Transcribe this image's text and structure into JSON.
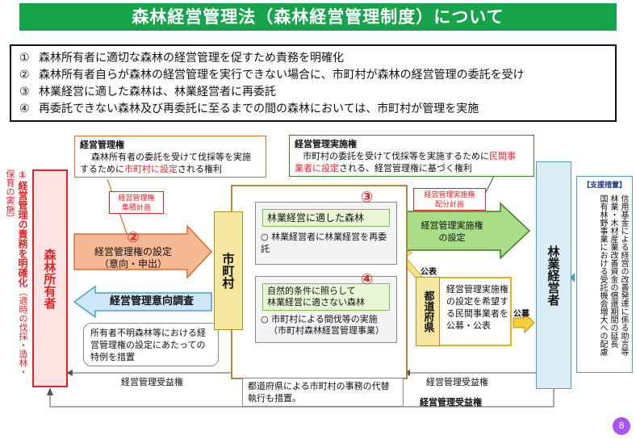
{
  "title": "森林経営管理法（森林経営管理制度）について",
  "principles": [
    {
      "num": "①",
      "text": "森林所有者に適切な森林の経営管理を促すため責務を明確化"
    },
    {
      "num": "②",
      "text": "森林所有者自らが森林の経営管理を実行できない場合に、市町村が森林の経営管理の委託を受け"
    },
    {
      "num": "③",
      "text": "林業経営に適した森林は、林業経営者に再委託"
    },
    {
      "num": "④",
      "text": "再委託できない森林及び再委託に至るまでの間の森林においては、市町村が管理を実施"
    }
  ],
  "rights_box": {
    "title": "経営管理権",
    "line1": "森林所有者の委託を受けて伐採等を実施",
    "line2_prefix": "するために",
    "line2_red": "市町村に設定",
    "line2_suffix": "される権利"
  },
  "impl_box": {
    "title": "経営管理実施権",
    "line1_prefix": "市町村の委託を受けて伐採等を実施するために",
    "line1_red": "民間事",
    "line2_red": "業者に設定",
    "line2_suffix": "される、経営管理権に基づく権利"
  },
  "plan1": {
    "l1": "経営管理権",
    "l2": "集積計画"
  },
  "plan2": {
    "l1": "経営管理実施権",
    "l2": "配分計画"
  },
  "owner": "森林所有者",
  "owner_note": "（適時の伐採・造林・保育の実施）",
  "owner_note_head": "①経営管理の責務を明確化",
  "municipality": "市町村",
  "prefecture": "都道府県",
  "forestry_operator": "林業経営者",
  "arrow_set": {
    "num": "②",
    "l1": "経営管理権の設定",
    "l2": "（意向・申出）"
  },
  "arrow_survey": "経営管理意向調査",
  "suitable_forest": {
    "num": "③",
    "title": "林業経営に適した森林",
    "bullet": "○",
    "text": "林業経営者に林業経営を再委託"
  },
  "unsuitable_forest": {
    "num": "④",
    "title_l1": "自然的条件に照らして",
    "title_l2": "林業経営に適さない森林",
    "bullet": "○",
    "text_l1": "市町村による間伐等の実施",
    "text_l2": "（市町村森林経営管理事業）"
  },
  "arrow_impl": {
    "l1": "経営管理実施権",
    "l2": "の設定"
  },
  "pref_text": "経営管理実施権の設定を希望する民間事業者を公募・公表",
  "koubo": "公募",
  "kouhyou": "公表",
  "special_box": "所有者不明森林等における経営管理権の設定にあたっての特例を措置",
  "benefit_left": "経営管理受益権",
  "benefit_right": "経営管理受益権",
  "benefit_bottom": "経営管理受益権",
  "proxy_note": "都道府県による市町村の事務の代替執行も措置。",
  "support": {
    "title": "【支援措置】",
    "lines": [
      "林業・木材産業改善資金の償還期間の延長",
      "信用基金による経営の改善発達に係る助言等",
      "国有林野事業における受託機会増大への配慮"
    ]
  },
  "page": "8",
  "colors": {
    "title_green": "#16a34a",
    "red": "#dc2626",
    "orange_arrow": "#f4a77a",
    "green_arrow": "#8fd36a",
    "blue_arrow": "#cfe6f7"
  }
}
